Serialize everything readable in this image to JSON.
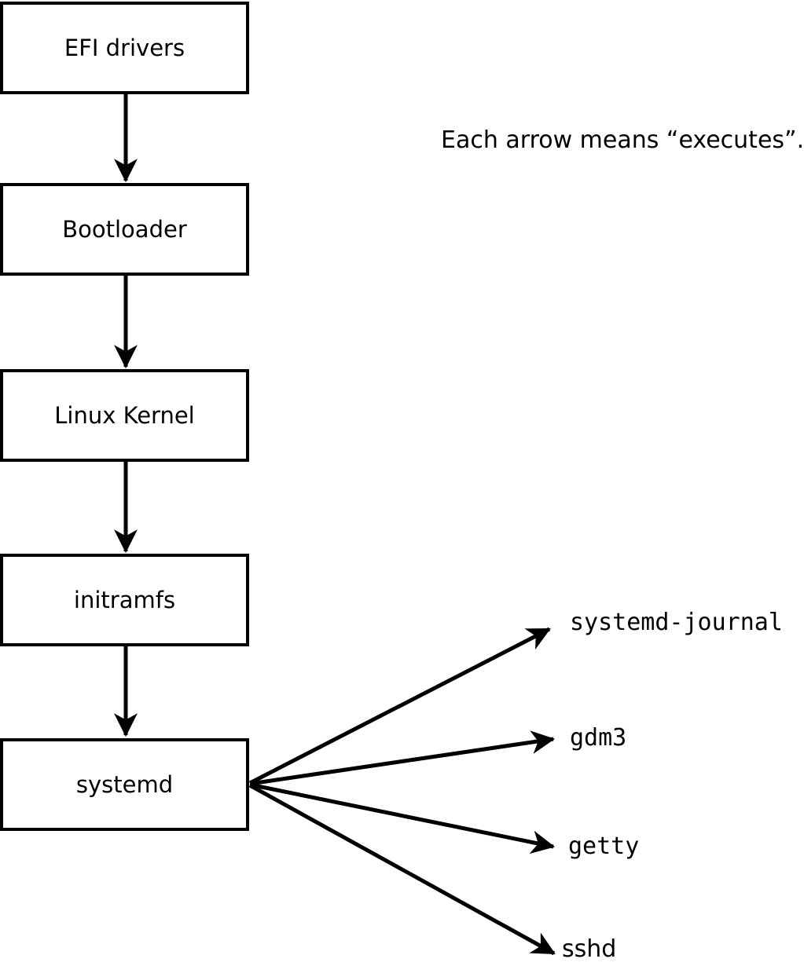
{
  "note": "Each arrow means “executes”.",
  "arrow_meaning": "executes",
  "boxes": [
    {
      "label": "EFI drivers"
    },
    {
      "label": "Bootloader"
    },
    {
      "label": "Linux Kernel"
    },
    {
      "label": "initramfs"
    },
    {
      "label": "systemd"
    }
  ],
  "targets": [
    {
      "label": "systemd-journal"
    },
    {
      "label": "gdm3"
    },
    {
      "label": "getty"
    },
    {
      "label": "sshd"
    }
  ],
  "edges": [
    {
      "from": "EFI drivers",
      "to": "Bootloader"
    },
    {
      "from": "Bootloader",
      "to": "Linux Kernel"
    },
    {
      "from": "Linux Kernel",
      "to": "initramfs"
    },
    {
      "from": "initramfs",
      "to": "systemd"
    },
    {
      "from": "systemd",
      "to": "systemd-journal"
    },
    {
      "from": "systemd",
      "to": "gdm3"
    },
    {
      "from": "systemd",
      "to": "getty"
    },
    {
      "from": "systemd",
      "to": "sshd"
    }
  ],
  "colors": {
    "foreground": "#000000",
    "background": "#ffffff"
  }
}
